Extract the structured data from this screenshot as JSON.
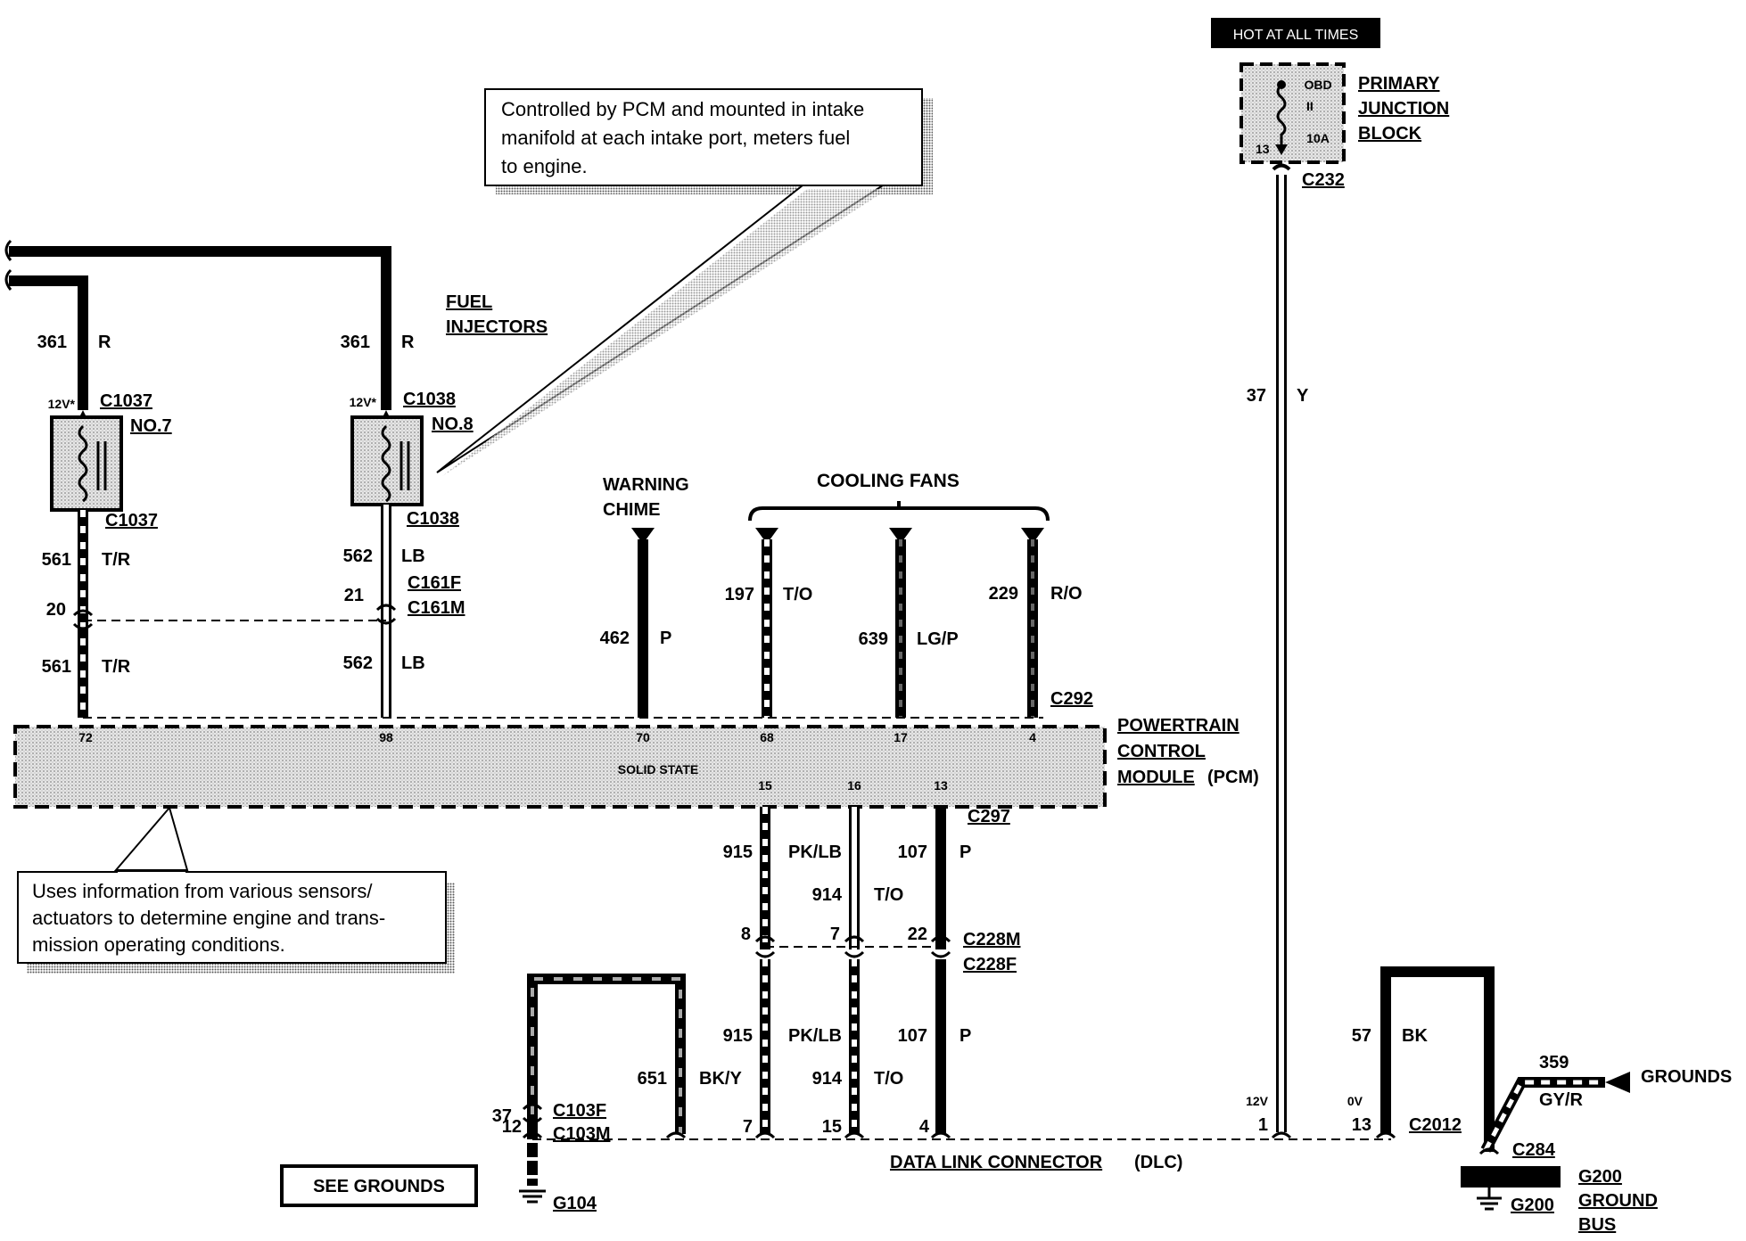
{
  "hot_label": "HOT AT ALL TIMES",
  "junction": {
    "fuse_name": "OBD",
    "fuse_num": "II",
    "fuse_amp": "10A",
    "pin": "13",
    "title1": "PRIMARY",
    "title2": "JUNCTION",
    "title3": "BLOCK",
    "connector": "C232"
  },
  "callout_top": {
    "line1": "Controlled by PCM and mounted in intake",
    "line2": "manifold at each intake port, meters fuel",
    "line3": "to engine."
  },
  "callout_bottom": {
    "line1": "Uses information from various sensors/",
    "line2": "actuators to determine engine and trans-",
    "line3": "mission operating conditions."
  },
  "fuel_injectors": {
    "line1": "FUEL",
    "line2": "INJECTORS"
  },
  "inj7": {
    "circuit_top": "361",
    "color_top": "R",
    "voltage": "12V*",
    "conn_top": "C1037",
    "name": "NO.7",
    "conn_bot": "C1037",
    "circuit_mid": "561",
    "color_mid": "T/R",
    "pin_mid": "20",
    "circuit_bot": "561",
    "color_bot": "T/R",
    "pcm_pin": "72"
  },
  "inj8": {
    "circuit_top": "361",
    "color_top": "R",
    "voltage": "12V*",
    "conn_top": "C1038",
    "name": "NO.8",
    "conn_bot": "C1038",
    "circuit_mid": "562",
    "color_mid": "LB",
    "pin_mid": "21",
    "conn_mid_f": "C161F",
    "conn_mid_m": "C161M",
    "circuit_bot": "562",
    "color_bot": "LB",
    "pcm_pin": "98"
  },
  "warning_chime": {
    "line1": "WARNING",
    "line2": "CHIME",
    "circuit": "462",
    "color": "P",
    "pcm_pin": "70"
  },
  "cooling_fans": {
    "title": "COOLING FANS",
    "wires": [
      {
        "circuit": "197",
        "color": "T/O",
        "pcm_pin": "68"
      },
      {
        "circuit": "639",
        "color": "LG/P",
        "pcm_pin": "17"
      },
      {
        "circuit": "229",
        "color": "R/O",
        "pcm_pin": "4"
      }
    ],
    "connector": "C292"
  },
  "pcm": {
    "title1": "POWERTRAIN",
    "title2": "CONTROL",
    "title3": "MODULE",
    "title3_suffix": "(PCM)",
    "state": "SOLID STATE",
    "bottom_pins": [
      "15",
      "16",
      "13"
    ],
    "connector_bot": "C297"
  },
  "dlc_wires": {
    "upper": [
      {
        "circuit": "915",
        "color": "PK/LB"
      },
      {
        "circuit": "914",
        "color": "T/O"
      },
      {
        "circuit": "107",
        "color": "P"
      }
    ],
    "mid_pins": [
      "8",
      "7",
      "22"
    ],
    "conn_m": "C228M",
    "conn_f": "C228F",
    "lower": [
      {
        "circuit": "915",
        "color": "PK/LB"
      },
      {
        "circuit": "914",
        "color": "T/O"
      },
      {
        "circuit": "107",
        "color": "P"
      }
    ],
    "dlc_pins": [
      "7",
      "15",
      "4"
    ]
  },
  "loop_wire": {
    "circuit": "651",
    "color": "BK/Y",
    "pin": "12"
  },
  "ground_left": {
    "circuit": "37",
    "conn_f": "C103F",
    "conn_m": "C103M",
    "ground": "G104"
  },
  "see_grounds": "SEE GROUNDS",
  "dlc": {
    "label": "DATA LINK CONNECTOR",
    "suffix": "(DLC)"
  },
  "y_wire": {
    "circuit": "37",
    "color": "Y",
    "voltage": "12V",
    "pin": "1"
  },
  "bk_wire": {
    "circuit": "57",
    "color": "BK",
    "voltage": "0V",
    "pin": "13",
    "connector": "C2012"
  },
  "grounds": {
    "circuit": "359",
    "color": "GY/R",
    "label": "GROUNDS",
    "connector": "C284",
    "bus1": "G200",
    "bus2": "GROUND",
    "bus3": "BUS",
    "ground": "G200"
  }
}
